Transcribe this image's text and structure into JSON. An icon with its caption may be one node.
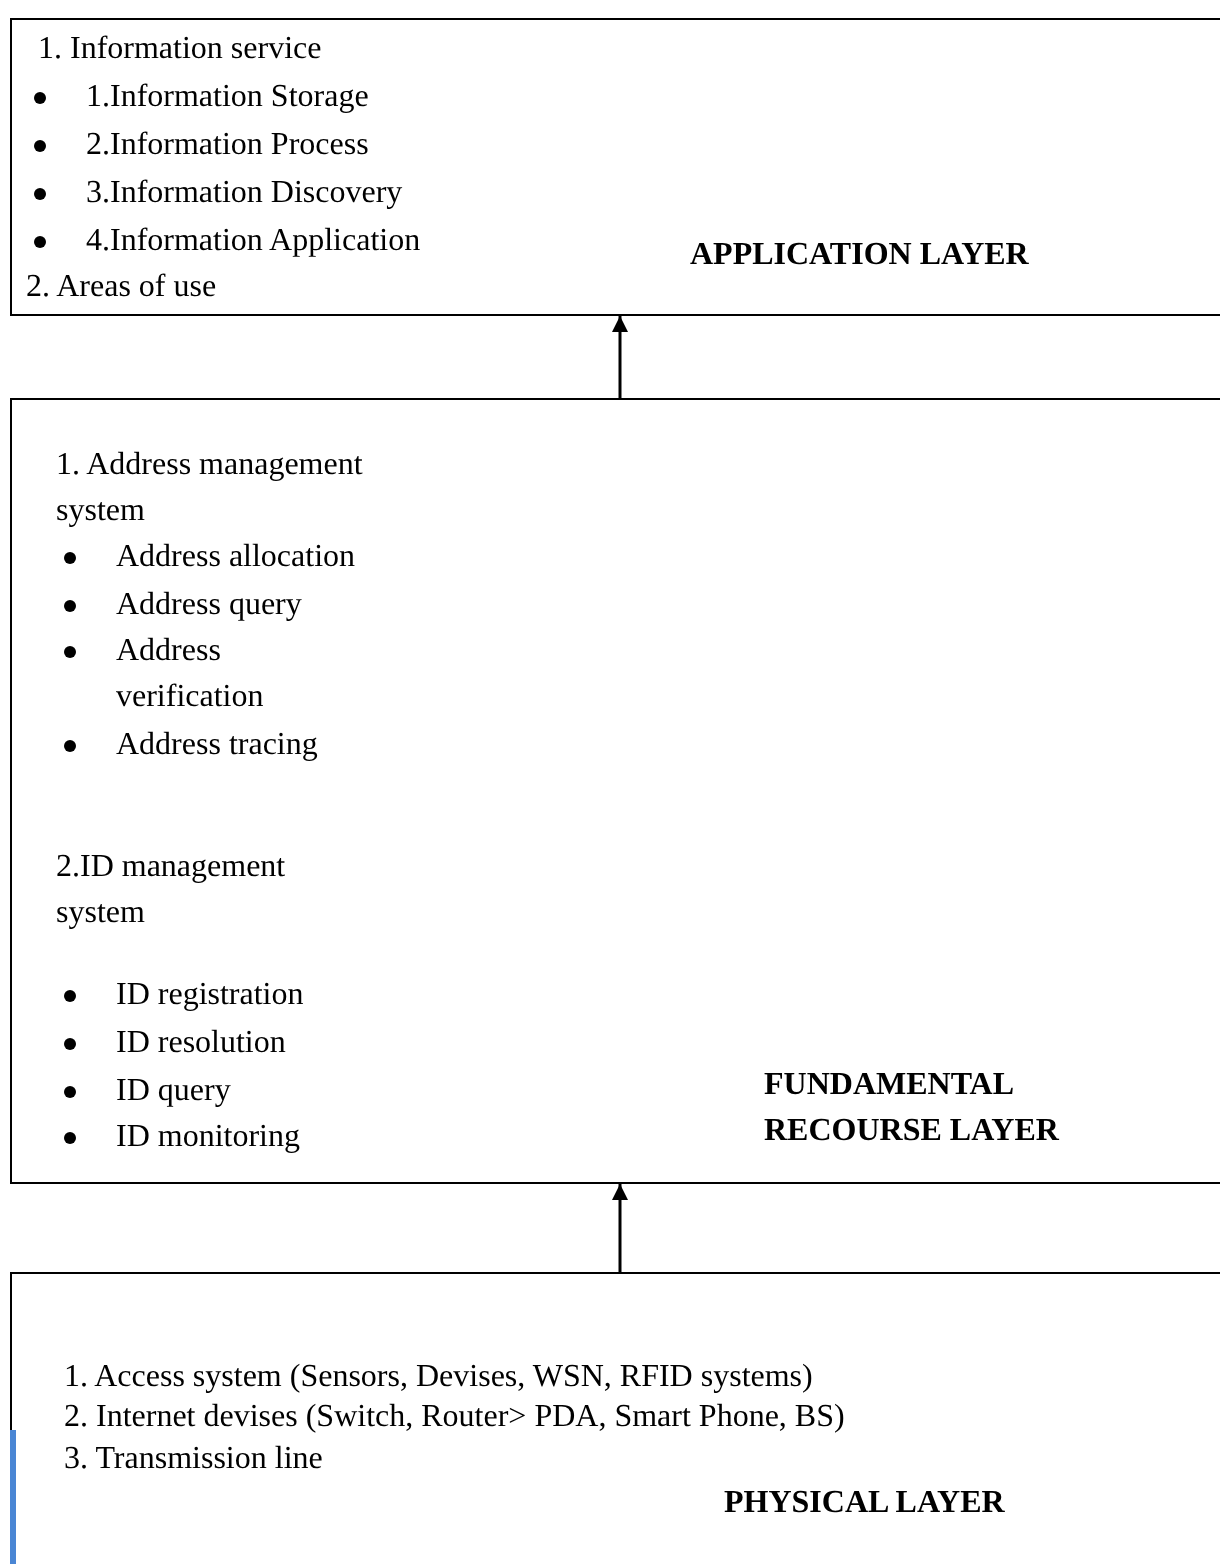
{
  "diagram": {
    "nodes": [
      {
        "text": [
          "1. Information service",
          "1.Information Storage",
          "2.Information Process",
          "3.Information Discovery",
          "4.Information Application",
          "2. Areas of use",
          "APPLICATION LAYER"
        ]
      },
      {
        "text": [
          "1. Address management system",
          "Address allocation",
          "Address query",
          "Address verification",
          "Address tracing",
          "2.ID management system",
          "ID registration",
          "ID resolution",
          "ID query",
          "ID monitoring",
          "FUNDAMENTAL RECOURSE LAYER"
        ]
      },
      {
        "text": [
          "1. Access system (Sensors, Devises, WSN, RFID systems)",
          "2. Internet devises (Switch, Router> PDA, Smart Phone, BS)",
          "3. Transmission line",
          "PHYSICAL LAYER"
        ]
      }
    ],
    "edges": [
      {
        "from": 1,
        "to": 0,
        "arrow": "to"
      },
      {
        "from": 2,
        "to": 1,
        "arrow": "to"
      }
    ]
  }
}
